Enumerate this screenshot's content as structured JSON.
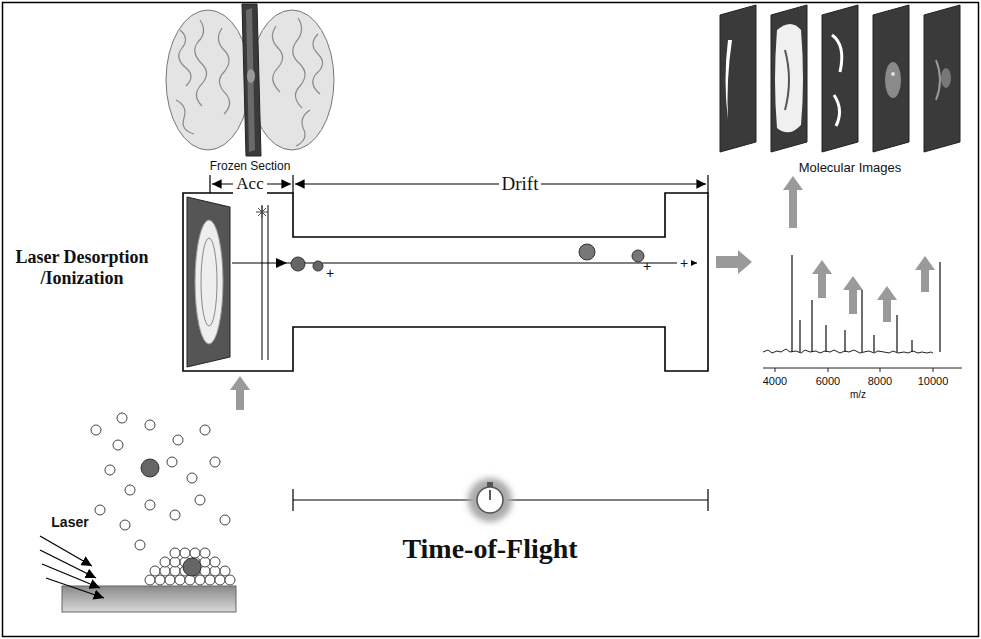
{
  "diagram": {
    "labels": [
      "Frozen Section",
      "Acc",
      "Drift",
      "Laser Desorption /Ionization",
      "Molecular Images",
      "+",
      "+",
      "+",
      "4000",
      "6000",
      "8000",
      "10000",
      "m/z",
      "Time-of-Flight",
      "Laser"
    ]
  }
}
